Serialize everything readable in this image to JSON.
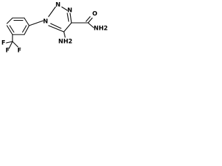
{
  "molecule": {
    "labels": {
      "n1": "N",
      "n2": "N",
      "n3": "N",
      "amino": "NH2",
      "carbonyl_o": "O",
      "amide_n": "NH2",
      "fluorines": [
        "F",
        "F",
        "F"
      ]
    },
    "colors": {
      "ink": "#000000",
      "background": "#ffffff"
    }
  }
}
